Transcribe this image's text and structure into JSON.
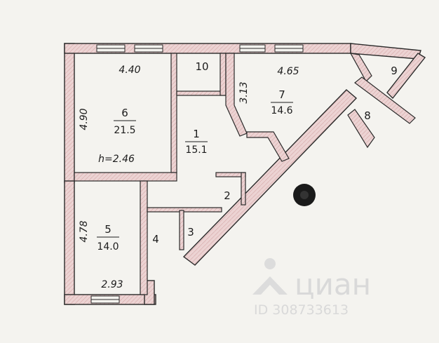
{
  "rooms": [
    {
      "number": "6",
      "area": "21.5",
      "width": "4.40",
      "depth": "4.90",
      "height": "h=2.46"
    },
    {
      "number": "1",
      "area": "15.1"
    },
    {
      "number": "10"
    },
    {
      "number": "7",
      "area": "14.6",
      "width": "4.65",
      "depth": "3.13"
    },
    {
      "number": "9"
    },
    {
      "number": "8"
    },
    {
      "number": "2"
    },
    {
      "number": "3"
    },
    {
      "number": "4"
    },
    {
      "number": "5",
      "area": "14.0",
      "width": "2.93",
      "depth": "4.78"
    }
  ],
  "watermark": {
    "brand": "циан",
    "id": "ID 308733613"
  },
  "colors": {
    "wall_fill": "#e8c9c9",
    "wall_stroke": "#2a2a2a",
    "paper": "#f4f3ef",
    "watermark": "#d9d9d9"
  },
  "icons": {
    "compass": "black-circle-marker"
  }
}
